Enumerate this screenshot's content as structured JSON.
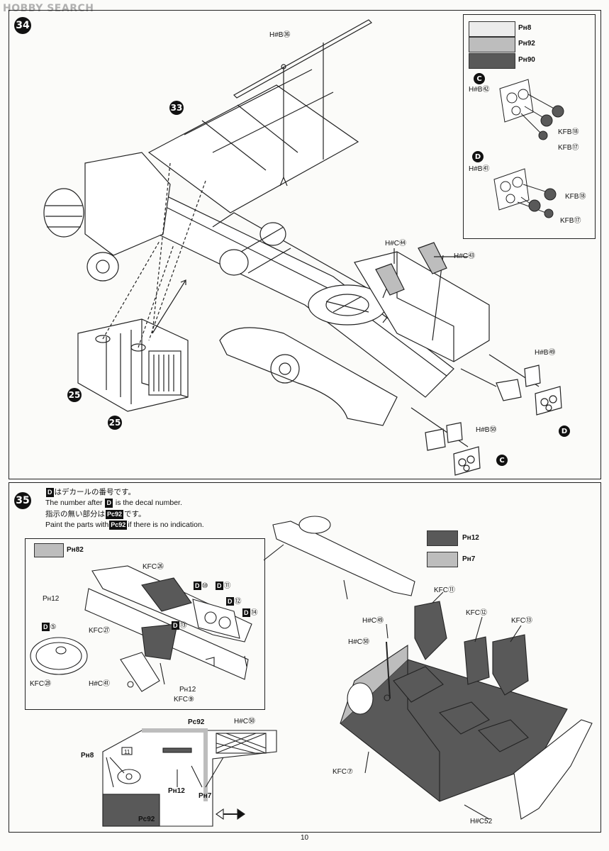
{
  "watermark": "HOBBY SEARCH",
  "page_number": "10",
  "step34": {
    "number": "34",
    "callouts": {
      "c33": "33",
      "c25a": "25",
      "c25b": "25"
    },
    "labels": {
      "hb36": "H#B㊱",
      "hc44": "H#C㊹",
      "hc43": "H#C㊸",
      "hb49": "H#B㊾",
      "hb50": "H#B㊿"
    },
    "markers": {
      "c": "C",
      "d": "D"
    },
    "legend": [
      {
        "code": "Pн8",
        "color": "#ececec"
      },
      {
        "code": "Pн92",
        "color": "#bdbdbd"
      },
      {
        "code": "Pн90",
        "color": "#595959"
      }
    ],
    "detail_c": {
      "marker": "C",
      "part": "H#B㊷",
      "kfb18": "KFB⑱",
      "kfb17": "KFB⑰"
    },
    "detail_d": {
      "marker": "D",
      "part": "H#B㊶",
      "kfb18": "KFB⑱",
      "kfb17": "KFB⑰"
    }
  },
  "step35": {
    "number": "35",
    "notes": {
      "jp1": "はデカールの番号です。",
      "en1a": "The number after",
      "en1b": "is the decal number.",
      "jp2a": "指示の無い部分は",
      "jp2b": "です。",
      "en2a": "Paint the parts with",
      "en2b": "if there is no indication.",
      "d": "D",
      "pc92": "Pc92"
    },
    "dash_panel": {
      "legend_code": "Pн82",
      "legend_color": "#bdbdbd",
      "kfc26": "KFC㉖",
      "kfc27": "KFC㉗",
      "kfc28": "KFC㉘",
      "kfc9": "KFC⑨",
      "hc41": "H#C㊶",
      "ph12a": "Pн12",
      "ph12b": "Pн12",
      "d5": "⑤",
      "d10": "⑩",
      "d11": "⑪",
      "d12": "⑫",
      "d13": "⑬",
      "d14": "⑭"
    },
    "cab_legend": [
      {
        "code": "Pн12",
        "color": "#595959"
      },
      {
        "code": "Pн7",
        "color": "#bdbdbd"
      }
    ],
    "cab": {
      "kfc11": "KFC⑪",
      "kfc12": "KFC⑫",
      "kfc13": "KFC⑬",
      "hc59": "H#C㊾",
      "hc51": "H#C㊿",
      "kfc7": "KFC⑦",
      "hc52": "H#C52"
    },
    "floor_detail": {
      "pc92a": "Pc92",
      "pc92b": "Pc92",
      "hc51": "H#C㊿",
      "ph8": "Pн8",
      "ph12": "Pн12",
      "ph7": "Pн7",
      "tag11": "11"
    }
  }
}
